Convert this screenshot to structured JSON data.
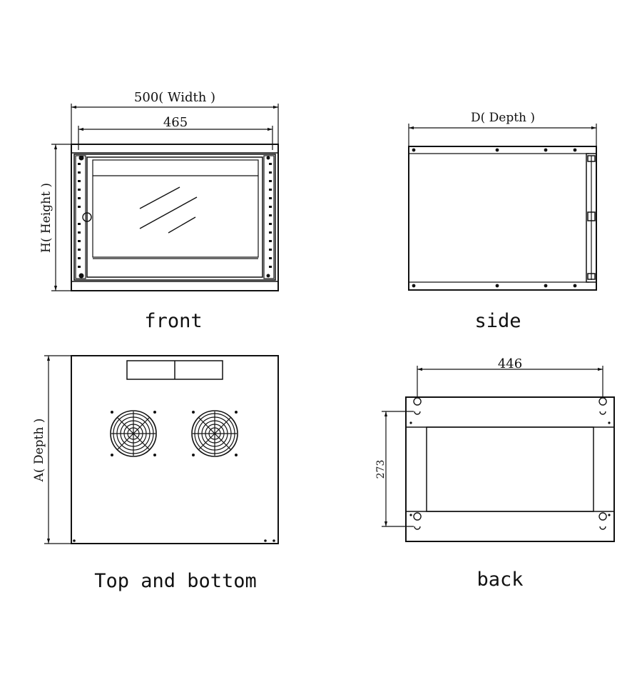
{
  "front": {
    "caption": "front",
    "outer_width_label": "500( Width )",
    "inner_width_label": "465",
    "height_label": "H( Height )"
  },
  "side": {
    "caption": "side",
    "depth_label": "D( Depth )"
  },
  "top": {
    "caption": "Top and bottom",
    "depth_label": "A( Depth )"
  },
  "back": {
    "caption": "back",
    "width_label": "446",
    "height_label": "273"
  }
}
